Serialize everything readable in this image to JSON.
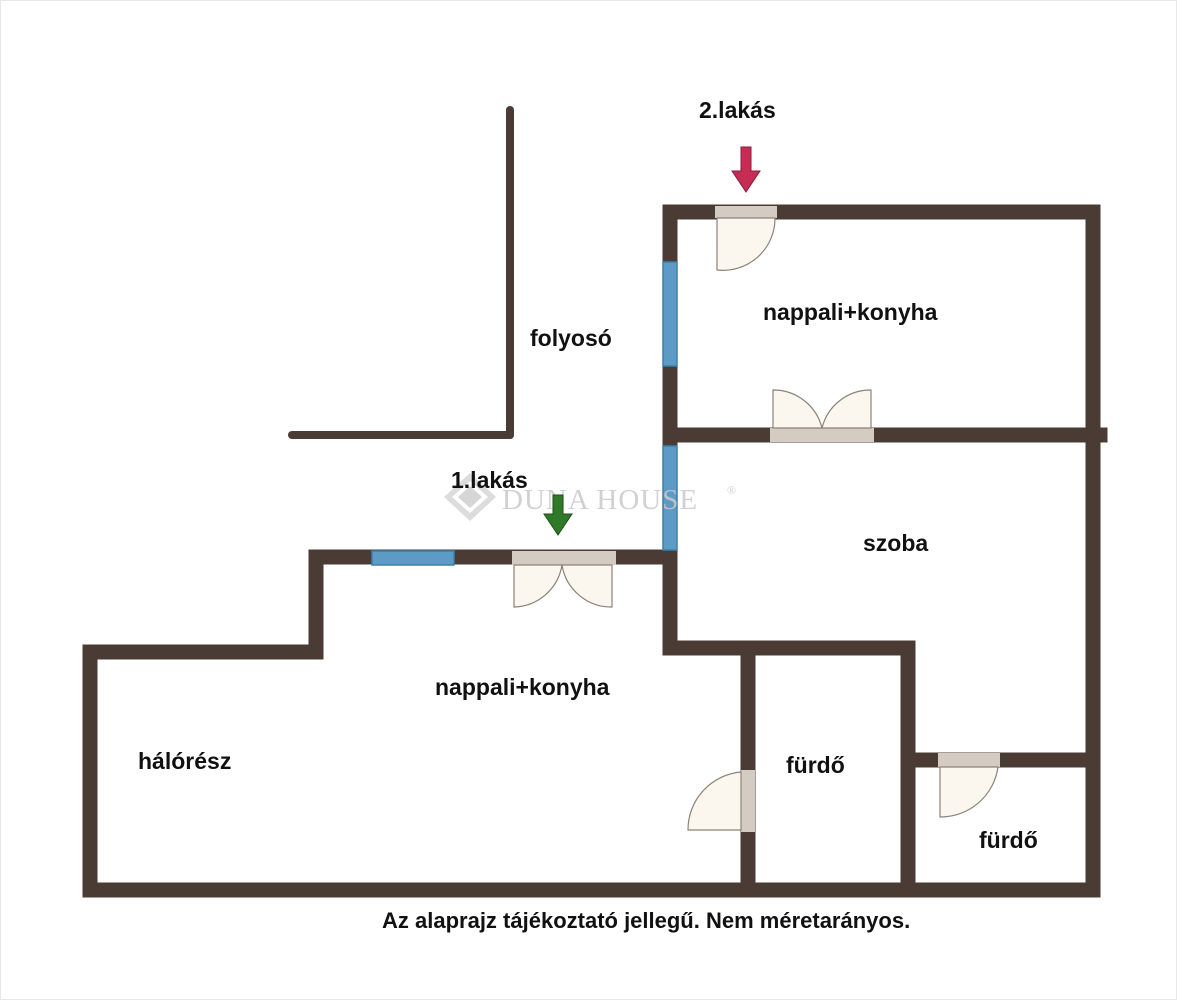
{
  "colors": {
    "wall": "#4a3c35",
    "window": "#5b9bc6",
    "door_fill": "#fbf7ef",
    "door_frame": "#d4ccc2",
    "arrow_2": "#c72c55",
    "arrow_1": "#2f7a28"
  },
  "entrances": {
    "apt2": {
      "label": "2.lakás",
      "arrow_color": "arrow_2",
      "arrow_icon": "down-arrow-icon"
    },
    "apt1": {
      "label": "1.lakás",
      "arrow_color": "arrow_1",
      "arrow_icon": "down-arrow-icon"
    }
  },
  "rooms": {
    "corridor": "folyosó",
    "apt2_living_kitchen": "nappali+konyha",
    "apt2_room": "szoba",
    "apt1_living_kitchen": "nappali+konyha",
    "apt1_sleeping_area": "hálórész",
    "bathroom_1": "fürdő",
    "bathroom_2": "fürdő"
  },
  "watermark": "DUNA HOUSE",
  "watermark_mark": "®",
  "disclaimer": "Az alaprajz tájékoztató jellegű. Nem méretarányos."
}
